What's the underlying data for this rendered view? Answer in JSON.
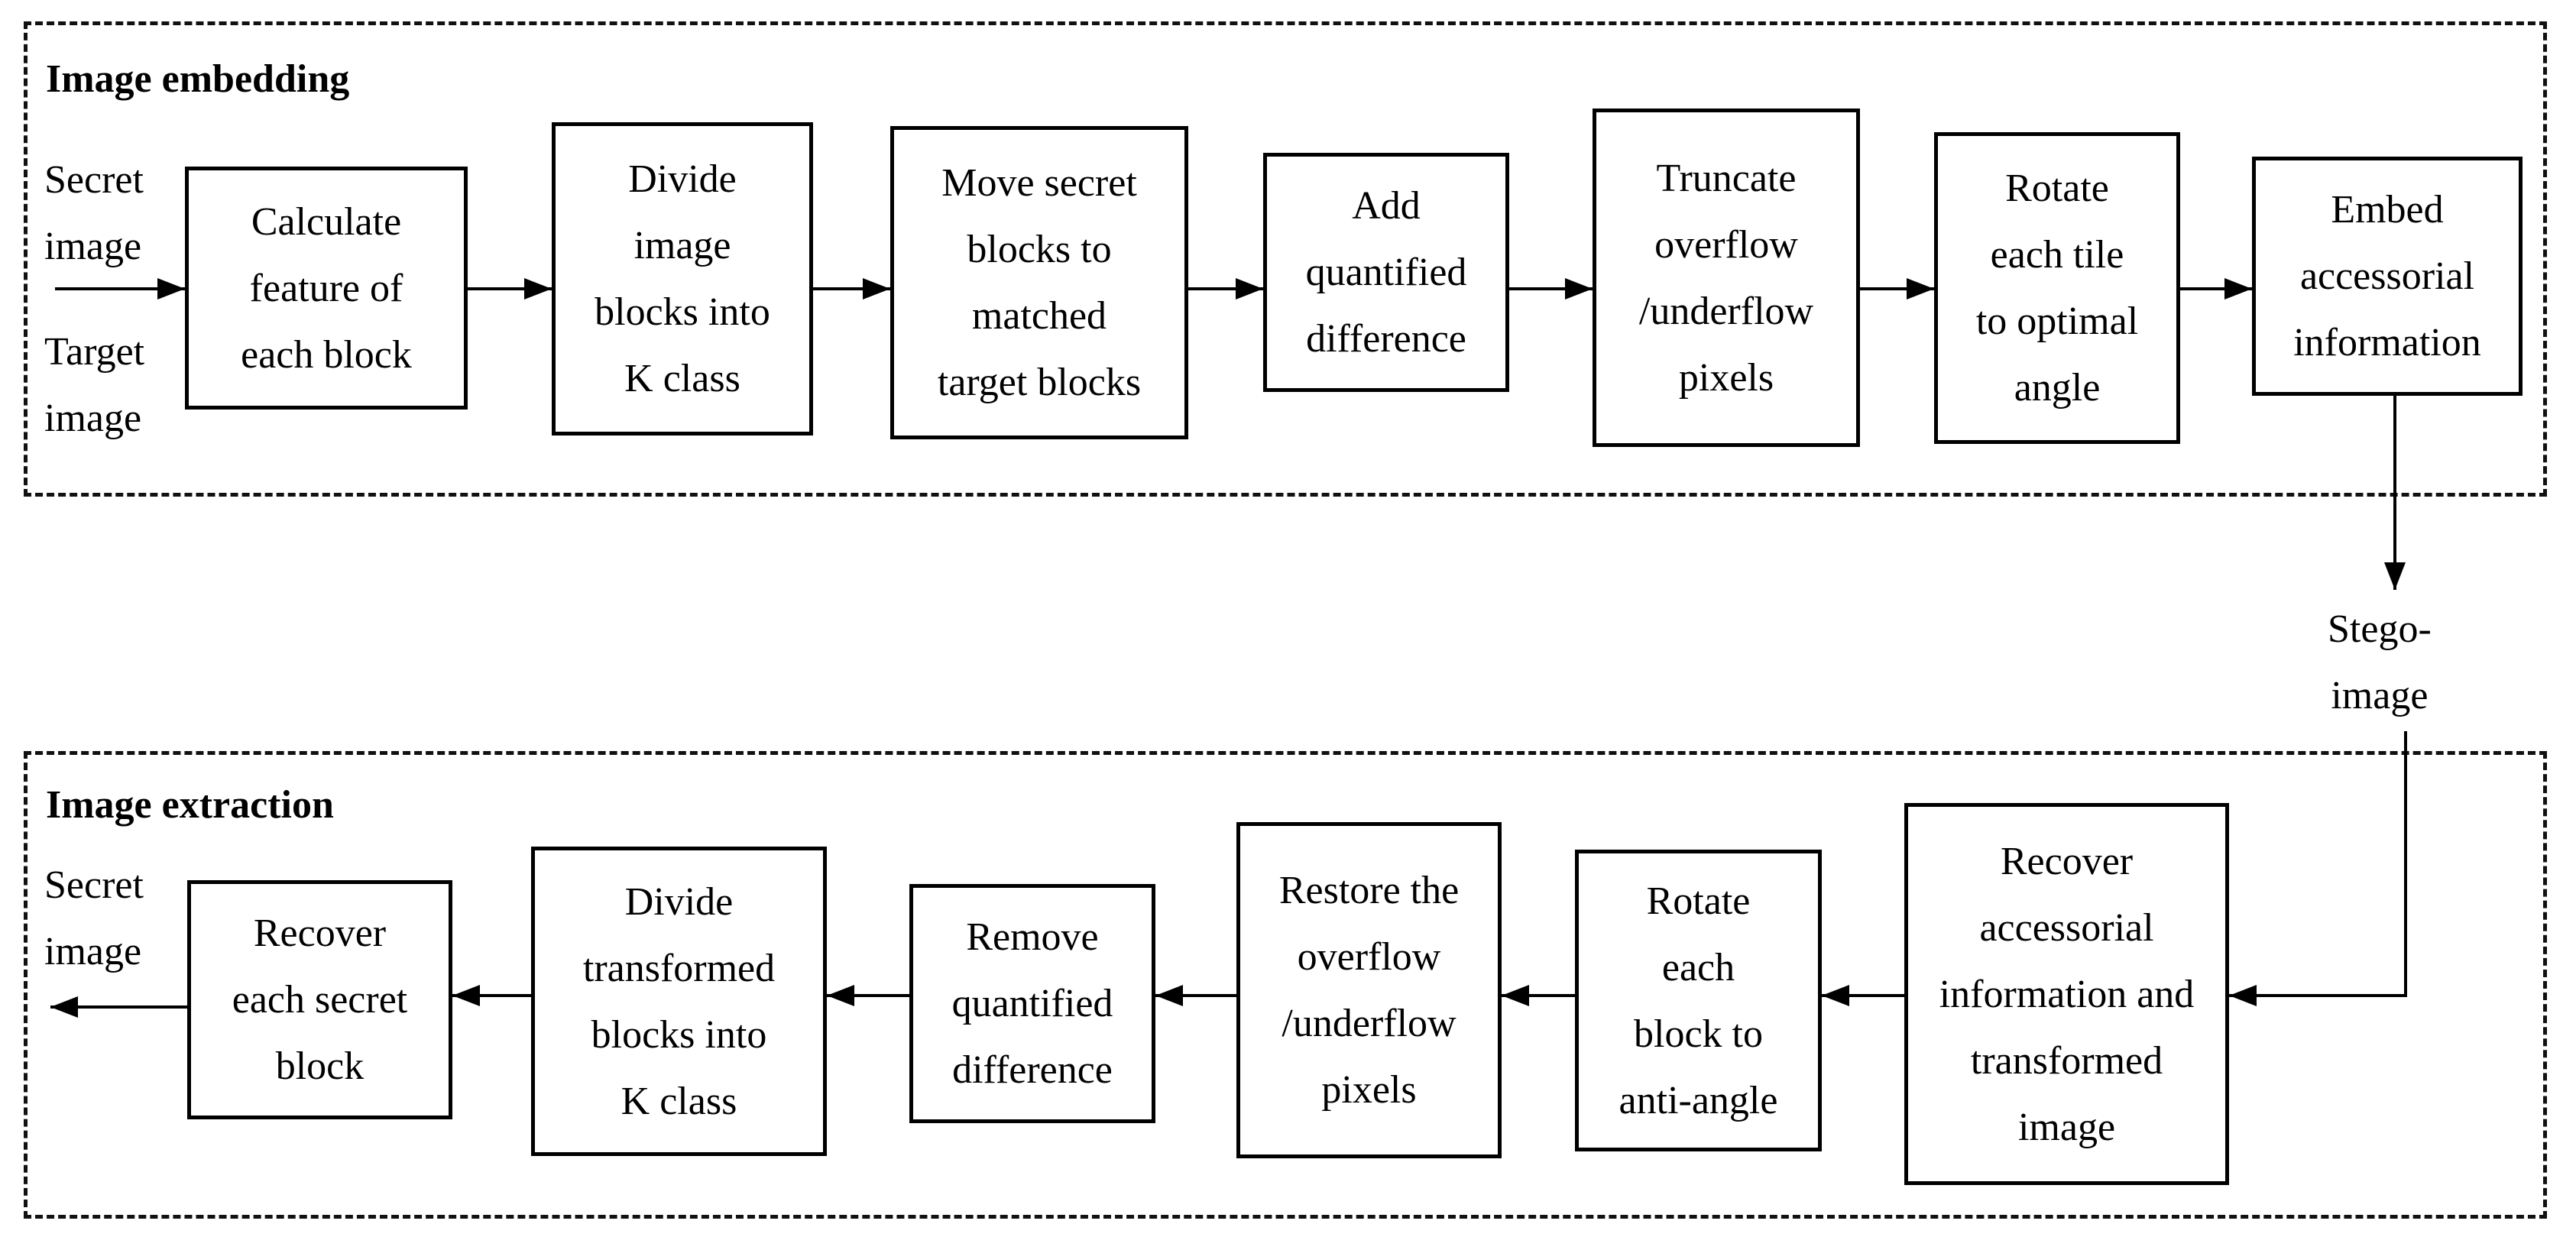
{
  "sections": {
    "embedding": "Image embedding",
    "extraction": "Image extraction"
  },
  "inputs": {
    "secret_top": "Secret\nimage",
    "target": "Target\nimage",
    "stego": "Stego-\nimage",
    "secret_bottom": "Secret\nimage"
  },
  "embedding_steps": [
    "Calculate\nfeature of\neach block",
    "Divide\nimage\nblocks into\nK class",
    "Move secret\nblocks to\nmatched\ntarget blocks",
    "Add\nquantified\ndifference",
    "Truncate\noverflow\n/underflow\npixels",
    "Rotate\neach tile\nto optimal\nangle",
    "Embed\naccessorial\ninformation"
  ],
  "extraction_steps": [
    "Recover\naccessorial\ninformation and\ntransformed\nimage",
    "Rotate\neach\nblock to\nanti-angle",
    "Restore the\noverflow\n/underflow\npixels",
    "Remove\nquantified\ndifference",
    "Divide\ntransformed\nblocks into\nK class",
    "Recover\neach secret\nblock"
  ]
}
